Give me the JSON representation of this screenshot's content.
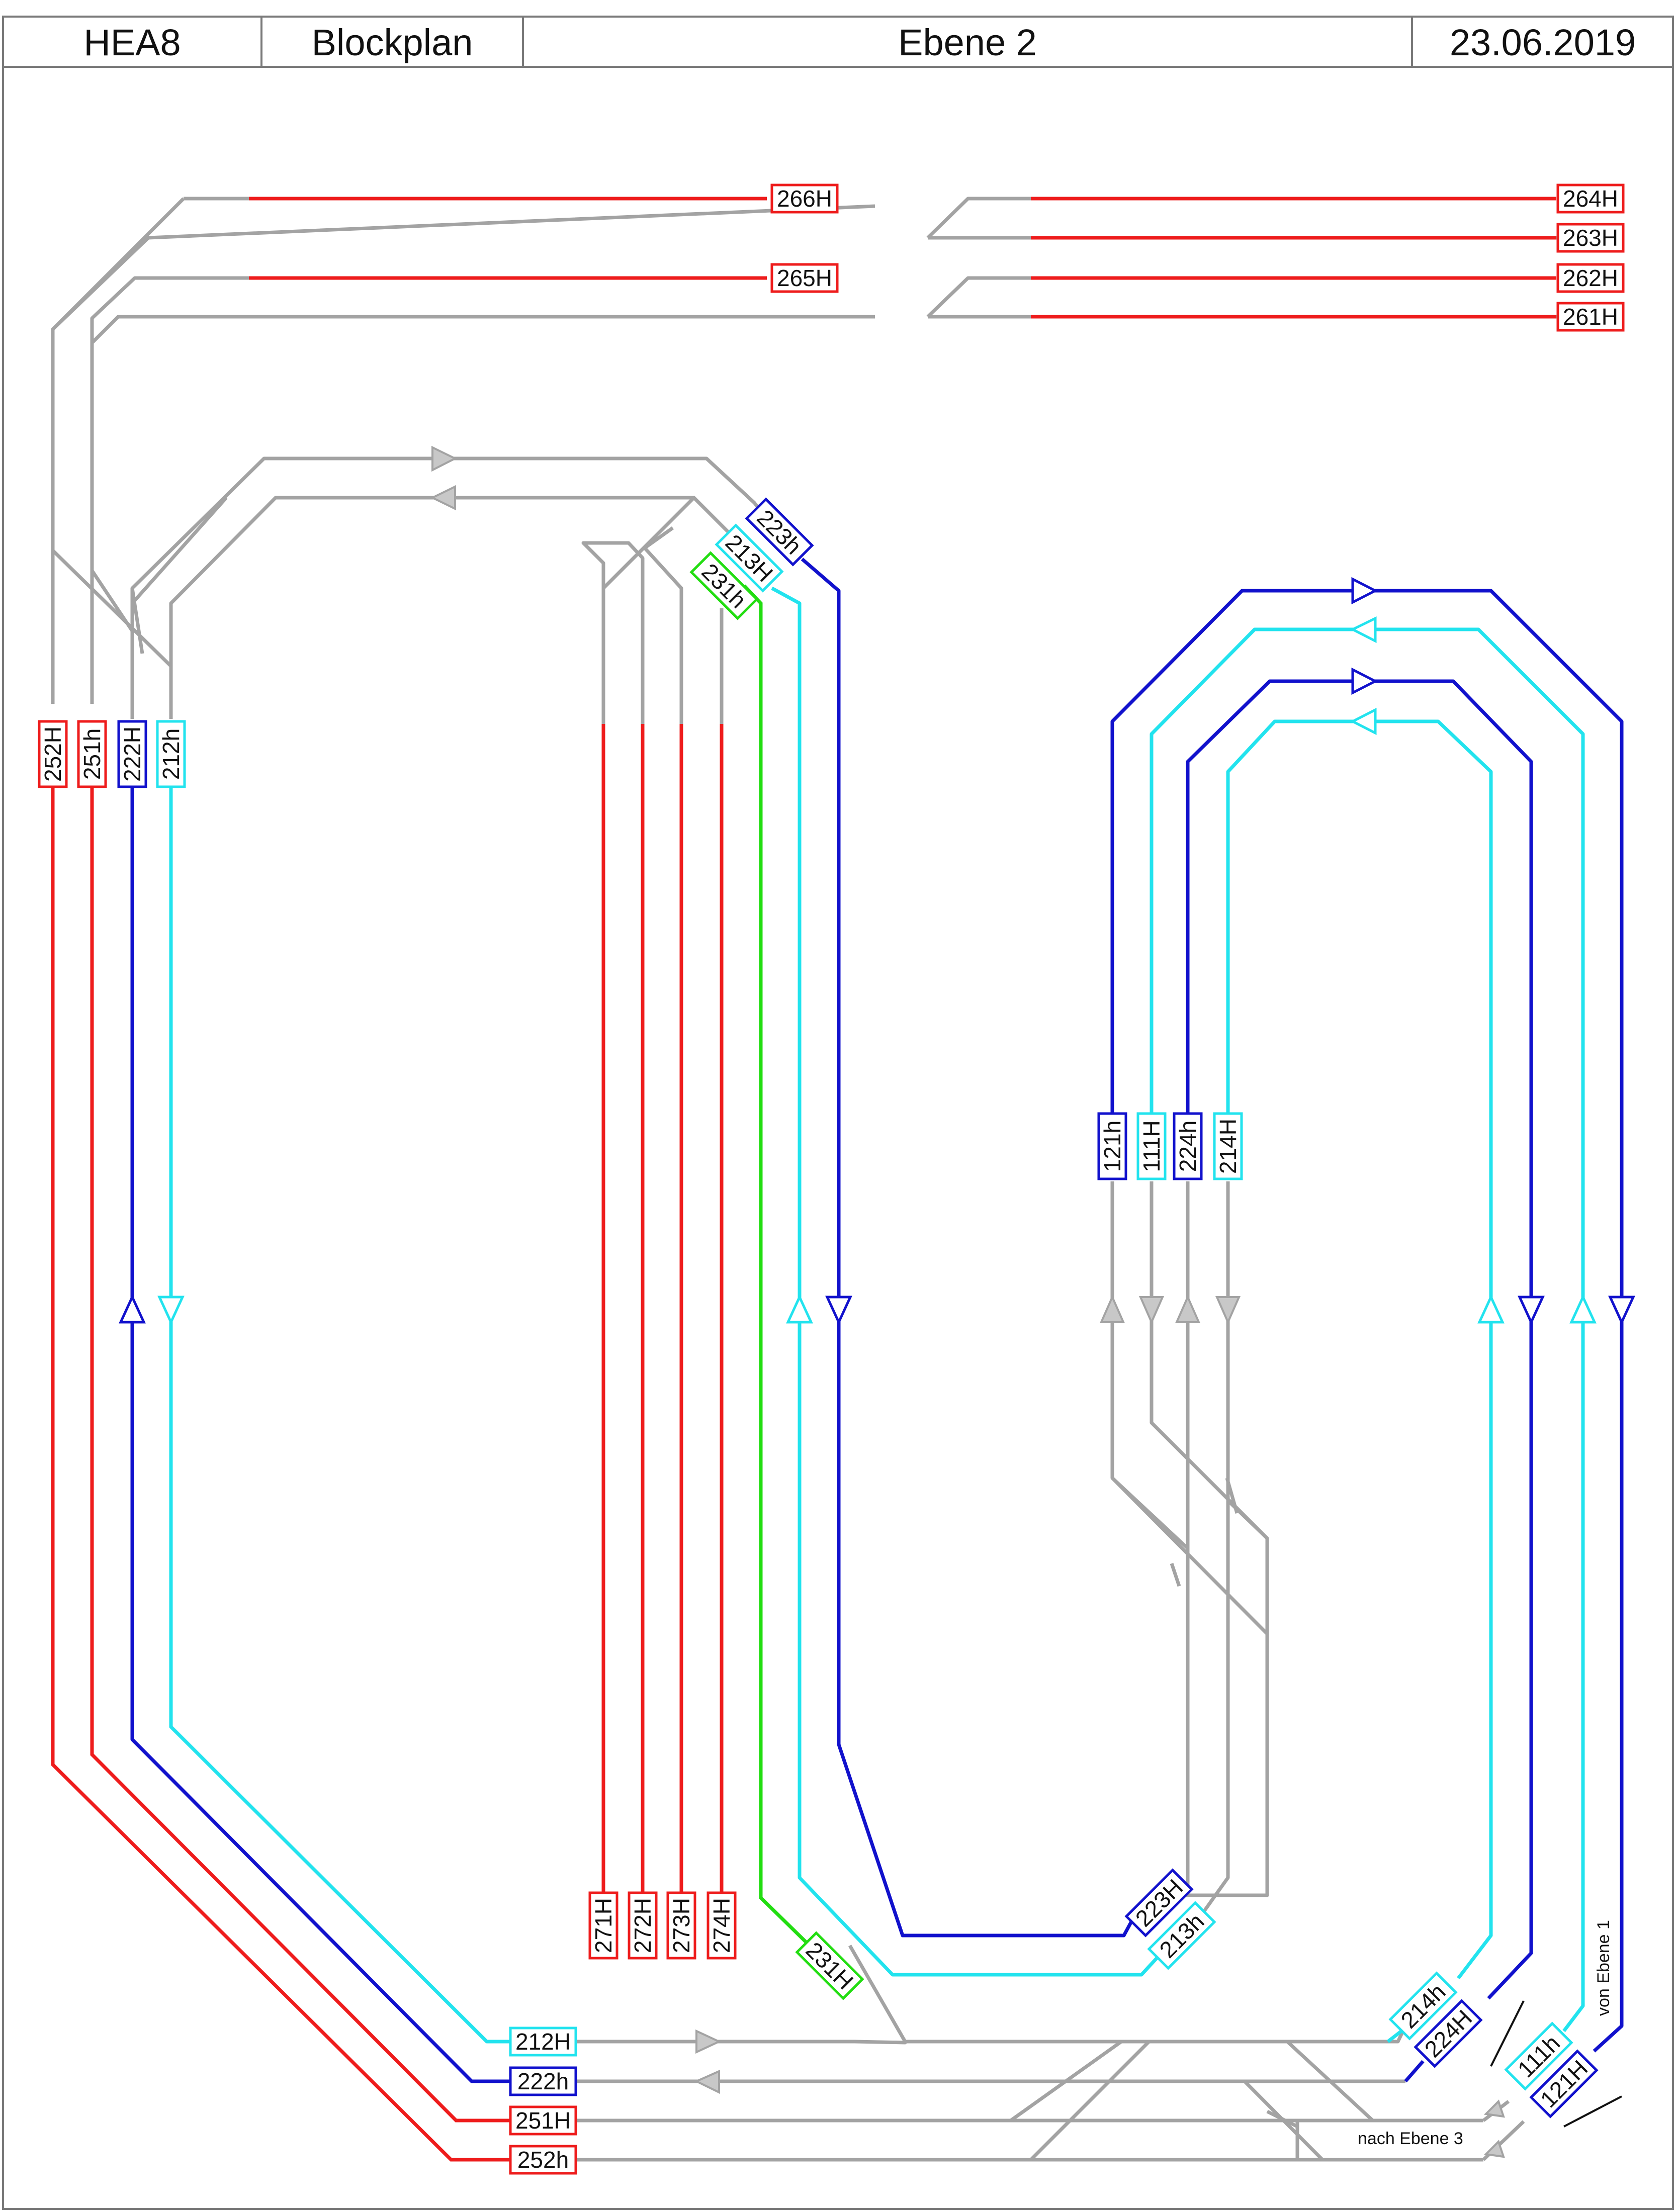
{
  "header": {
    "id": "HEA8",
    "type": "Blockplan",
    "level": "Ebene 2",
    "date": "23.06.2019"
  },
  "colors": {
    "gray": "#a3a3a3",
    "red": "#ee1c1c",
    "blue": "#1111cc",
    "cyan": "#22e3ee",
    "green": "#22dd11",
    "frame": "#7a7a7a"
  },
  "notes": {
    "from_level1": "von Ebene 1",
    "to_level3": "nach Ebene 3"
  },
  "blocks": [
    {
      "id": "266H",
      "color": "red"
    },
    {
      "id": "265H",
      "color": "red"
    },
    {
      "id": "264H",
      "color": "red"
    },
    {
      "id": "263H",
      "color": "red"
    },
    {
      "id": "262H",
      "color": "red"
    },
    {
      "id": "261H",
      "color": "red"
    },
    {
      "id": "252H",
      "color": "red"
    },
    {
      "id": "251h",
      "color": "red"
    },
    {
      "id": "222H",
      "color": "blue"
    },
    {
      "id": "212h",
      "color": "cyan"
    },
    {
      "id": "223h",
      "color": "blue"
    },
    {
      "id": "213H",
      "color": "cyan"
    },
    {
      "id": "231h",
      "color": "green"
    },
    {
      "id": "121h",
      "color": "blue"
    },
    {
      "id": "111H",
      "color": "cyan"
    },
    {
      "id": "224h",
      "color": "blue"
    },
    {
      "id": "214H",
      "color": "cyan"
    },
    {
      "id": "271H",
      "color": "red"
    },
    {
      "id": "272H",
      "color": "red"
    },
    {
      "id": "273H",
      "color": "red"
    },
    {
      "id": "274H",
      "color": "red"
    },
    {
      "id": "223H",
      "color": "blue"
    },
    {
      "id": "213h",
      "color": "cyan"
    },
    {
      "id": "231H",
      "color": "green"
    },
    {
      "id": "212H",
      "color": "cyan"
    },
    {
      "id": "222h",
      "color": "blue"
    },
    {
      "id": "251H",
      "color": "red"
    },
    {
      "id": "252h",
      "color": "red"
    },
    {
      "id": "214h",
      "color": "cyan"
    },
    {
      "id": "224H",
      "color": "blue"
    },
    {
      "id": "111h",
      "color": "cyan"
    },
    {
      "id": "121H",
      "color": "blue"
    }
  ]
}
